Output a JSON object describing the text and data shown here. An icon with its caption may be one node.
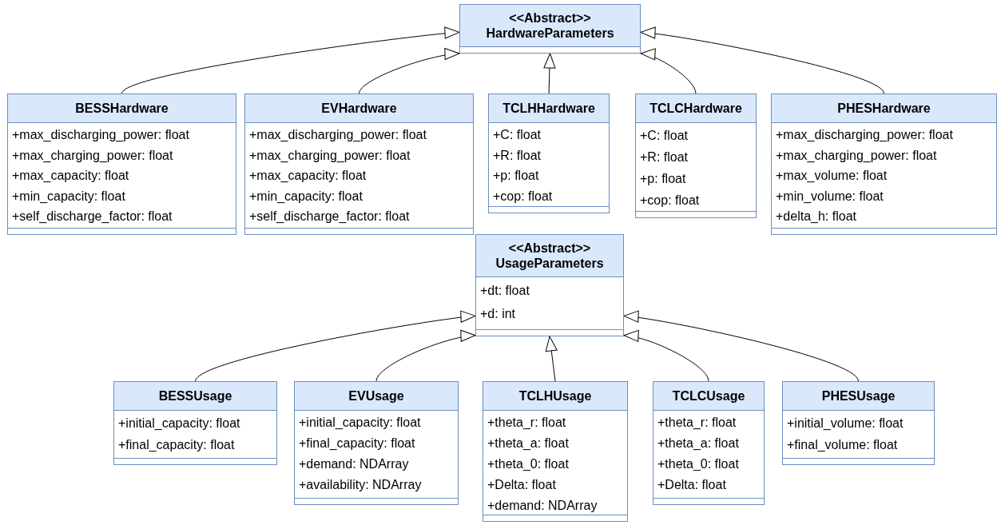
{
  "diagram": {
    "nodes": [
      {
        "text": [
          "<<Abstract>> HardwareParameters"
        ]
      },
      {
        "text": [
          "BESSHardware",
          "+max_discharging_power: float",
          "+max_charging_power: float",
          "+max_capacity: float",
          "+min_capacity: float",
          "+self_discharge_factor: float"
        ]
      },
      {
        "text": [
          "EVHardware",
          "+max_discharging_power: float",
          "+max_charging_power: float",
          "+max_capacity: float",
          "+min_capacity: float",
          "+self_discharge_factor: float"
        ]
      },
      {
        "text": [
          "TCLHHardware",
          "+C: float",
          "+R: float",
          "+p: float",
          "+cop: float"
        ]
      },
      {
        "text": [
          "TCLCHardware",
          "+C: float",
          "+R: float",
          "+p: float",
          "+cop: float"
        ]
      },
      {
        "text": [
          "PHESHardware",
          "+max_discharging_power: float",
          "+max_charging_power: float",
          "+max_volume: float",
          "+min_volume: float",
          "+delta_h: float"
        ]
      },
      {
        "text": [
          "<<Abstract>> UsageParameters",
          "+dt: float",
          "+d: int"
        ]
      },
      {
        "text": [
          "BESSUsage",
          "+initial_capacity: float",
          "+final_capacity: float"
        ]
      },
      {
        "text": [
          "EVUsage",
          "+initial_capacity: float",
          "+final_capacity: float",
          "+demand: NDArray",
          "+availability: NDArray"
        ]
      },
      {
        "text": [
          "TCLHUsage",
          "+theta_r: float",
          "+theta_a: float",
          "+theta_0: float",
          "+Delta: float",
          "+demand: NDArray"
        ]
      },
      {
        "text": [
          "TCLCUsage",
          "+theta_r: float",
          "+theta_a: float",
          "+theta_0: float",
          "+Delta: float"
        ]
      },
      {
        "text": [
          "PHESUsage",
          "+initial_volume: float",
          "+final_volume: float"
        ]
      }
    ],
    "edges": [
      {
        "from": 1,
        "to": 0,
        "arrow": "to"
      },
      {
        "from": 2,
        "to": 0,
        "arrow": "to"
      },
      {
        "from": 3,
        "to": 0,
        "arrow": "to"
      },
      {
        "from": 4,
        "to": 0,
        "arrow": "to"
      },
      {
        "from": 5,
        "to": 0,
        "arrow": "to"
      },
      {
        "from": 7,
        "to": 6,
        "arrow": "to"
      },
      {
        "from": 8,
        "to": 6,
        "arrow": "to"
      },
      {
        "from": 9,
        "to": 6,
        "arrow": "to"
      },
      {
        "from": 10,
        "to": 6,
        "arrow": "to"
      },
      {
        "from": 11,
        "to": 6,
        "arrow": "to"
      }
    ]
  }
}
